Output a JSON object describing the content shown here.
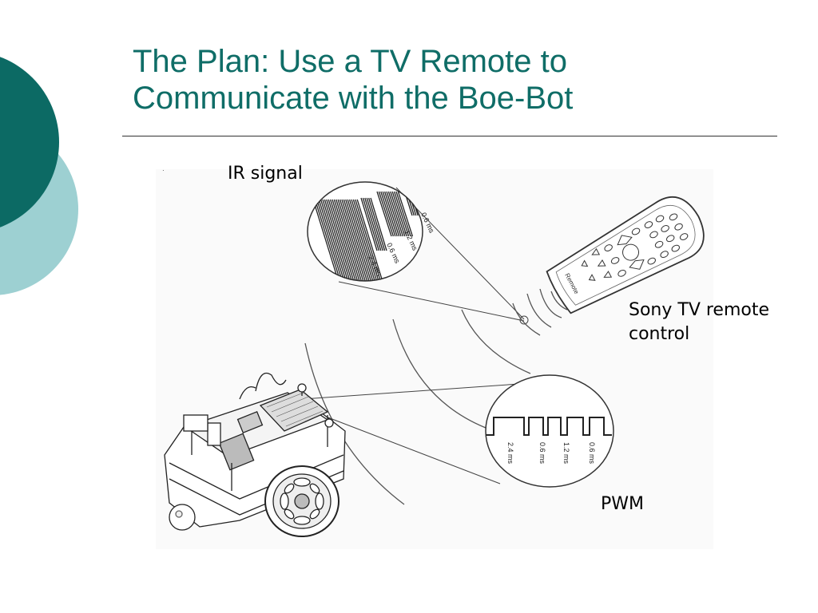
{
  "slide": {
    "title_line1": "The Plan: Use a TV Remote to",
    "title_line2": "Communicate with the Boe-Bot",
    "colors": {
      "title": "#0f6d67",
      "deco_dark": "#0c6a64",
      "deco_light": "#9dd0d2"
    }
  },
  "figure": {
    "ir_label": "IR signal",
    "remote_label_line1": "Sony TV remote",
    "remote_label_line2": "control",
    "pwm_label": "PWM",
    "ir_timings": [
      "0.6 ms",
      "1.2 ms",
      "0.6 ms",
      "2.4 ms"
    ],
    "pwm_timings": [
      "2.4 ms",
      "0.6 ms",
      "1.2 ms",
      "0.6 ms"
    ],
    "remote_brand": "Remote"
  }
}
